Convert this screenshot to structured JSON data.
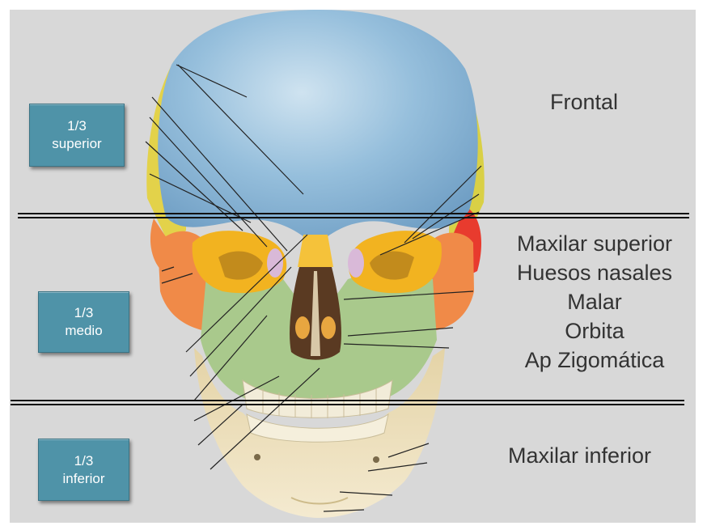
{
  "thirds": {
    "superior": {
      "line1": "1/3",
      "line2": "superior"
    },
    "medio": {
      "line1": "1/3",
      "line2": "medio"
    },
    "inferior": {
      "line1": "1/3",
      "line2": "inferior"
    }
  },
  "labels": {
    "frontal": "Frontal",
    "middle": [
      "Maxilar superior",
      "Huesos nasales",
      "Malar",
      "Orbita",
      "Ap Zigomática"
    ],
    "inferior": "Maxilar inferior"
  },
  "colors": {
    "frontal_bone": "#8fb9d8",
    "parietal_bone": "#e3d24a",
    "sphenoid_bone": "#f2b320",
    "zygomatic_bone": "#f08a48",
    "maxilla_bone": "#a9c98c",
    "mandible_bone": "#efe1b8",
    "temporal_bone": "#e83b2e",
    "third_box": "#4f93a8"
  }
}
